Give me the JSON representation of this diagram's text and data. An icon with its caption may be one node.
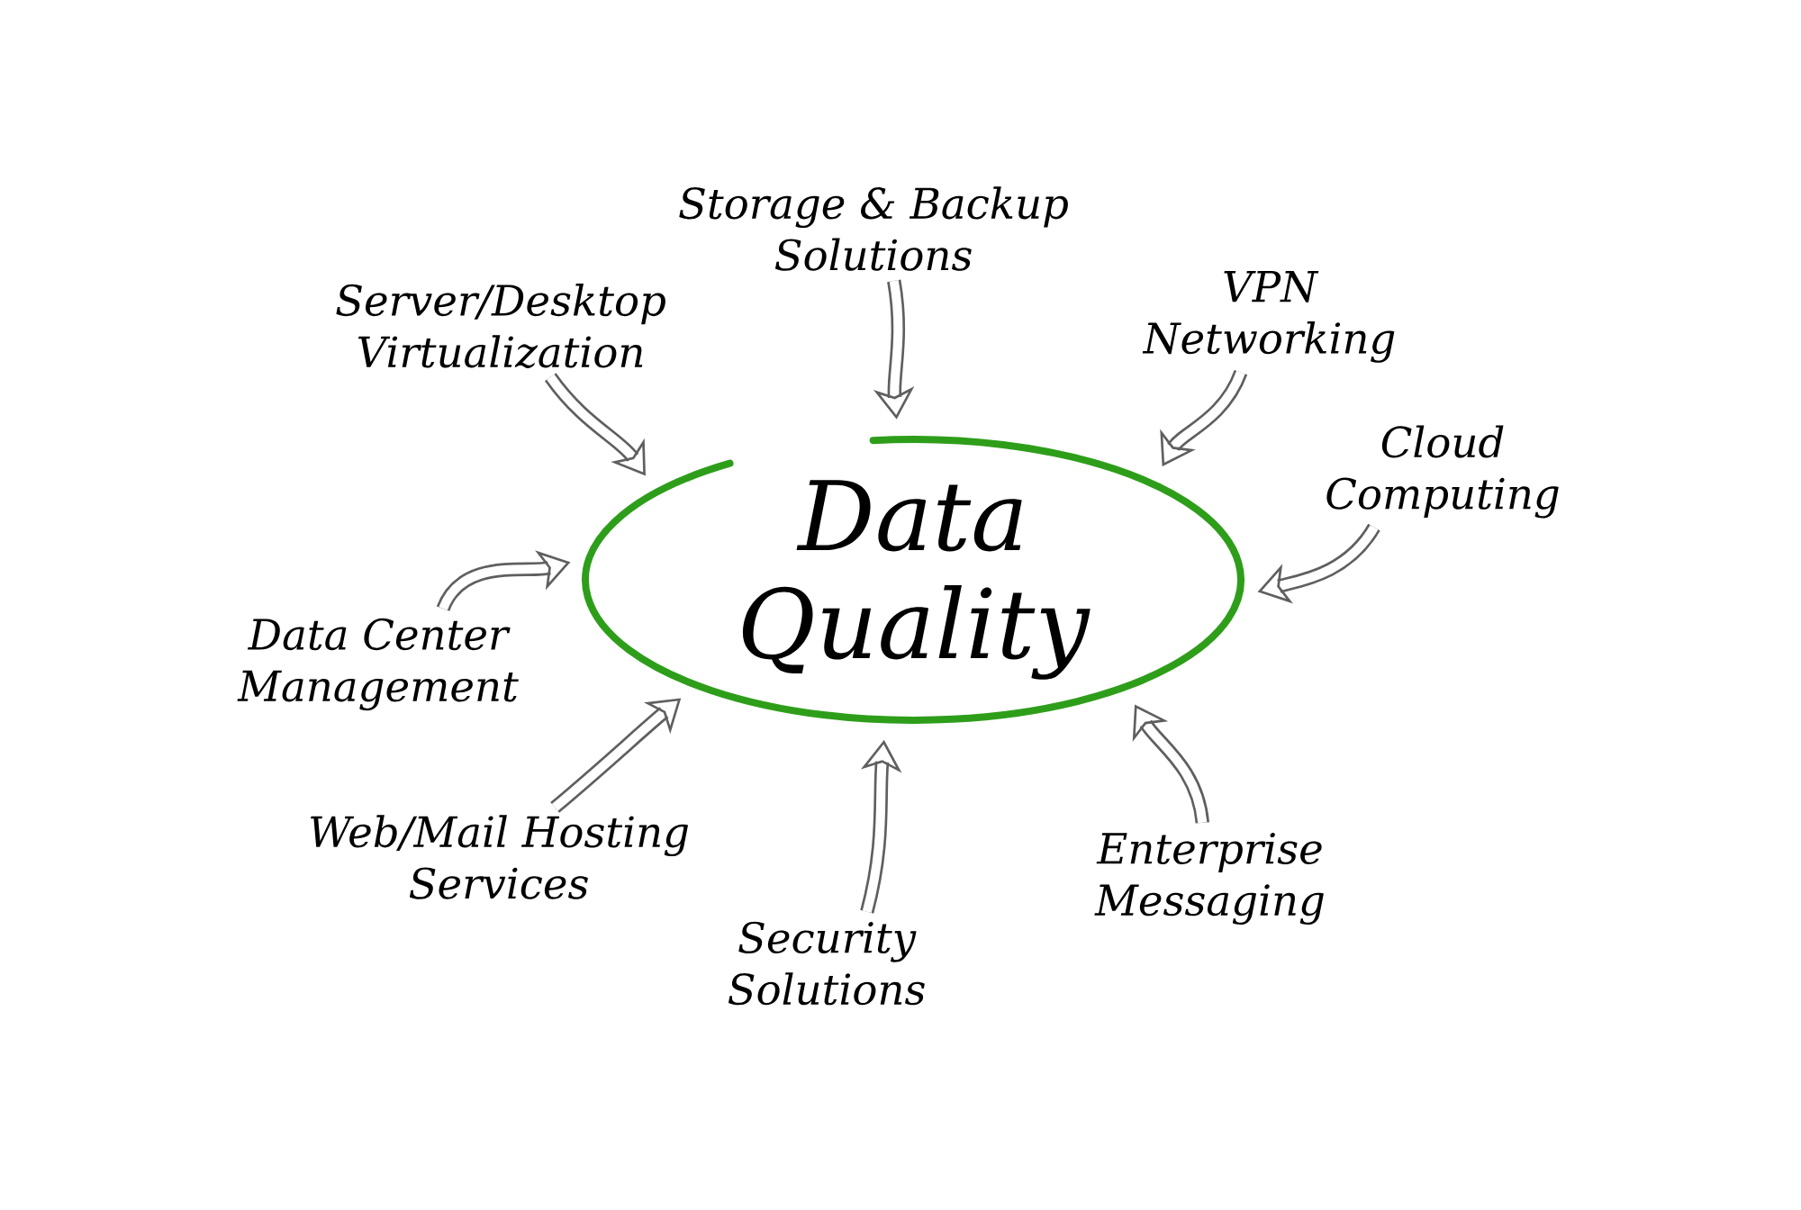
{
  "diagram": {
    "nodes": [
      {
        "text": [
          "Data Quality"
        ]
      },
      {
        "text": [
          "Storage & Backup Solutions"
        ]
      },
      {
        "text": [
          "Server/Desktop Virtualization"
        ]
      },
      {
        "text": [
          "VPN Networking"
        ]
      },
      {
        "text": [
          "Cloud Computing"
        ]
      },
      {
        "text": [
          "Data Center Management"
        ]
      },
      {
        "text": [
          "Web/Mail Hosting Services"
        ]
      },
      {
        "text": [
          "Enterprise Messaging"
        ]
      },
      {
        "text": [
          "Security Solutions"
        ]
      }
    ],
    "edges": [
      {
        "from": 1,
        "to": 0,
        "arrow": "to"
      },
      {
        "from": 2,
        "to": 0,
        "arrow": "to"
      },
      {
        "from": 3,
        "to": 0,
        "arrow": "to"
      },
      {
        "from": 4,
        "to": 0,
        "arrow": "to"
      },
      {
        "from": 5,
        "to": 0,
        "arrow": "to"
      },
      {
        "from": 6,
        "to": 0,
        "arrow": "to"
      },
      {
        "from": 7,
        "to": 0,
        "arrow": "to"
      },
      {
        "from": 8,
        "to": 0,
        "arrow": "to"
      }
    ]
  }
}
